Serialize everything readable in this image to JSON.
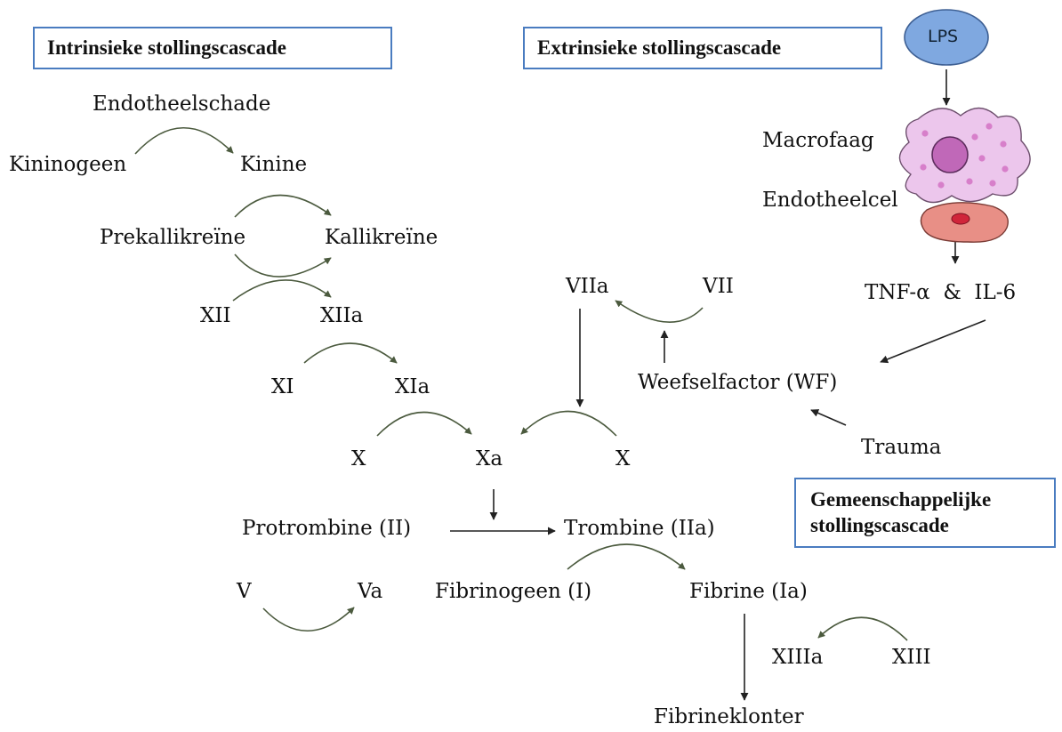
{
  "boxes": {
    "intrinsic": "Intrinsieke stollingscascade",
    "extrinsic": "Extrinsieke stollingscascade",
    "common_line1": "Gemeenschappelijke",
    "common_line2": "stollingscascade"
  },
  "nodes": {
    "lps": "LPS",
    "macrofaag": "Macrofaag",
    "endotheelcel": "Endotheelcel",
    "tnf": "TNF-α  &  IL-6",
    "endotheelschade": "Endotheelschade",
    "kininogeen": "Kininogeen",
    "kinine": "Kinine",
    "prekallikreine": "Prekallikreïne",
    "kallikreine": "Kallikreïne",
    "xii": "XII",
    "xiia": "XIIa",
    "xi": "XI",
    "xia": "XIa",
    "x_left": "X",
    "xa": "Xa",
    "x_right": "X",
    "viia": "VIIa",
    "vii": "VII",
    "weefselfactor": "Weefselfactor (WF)",
    "trauma": "Trauma",
    "protrombine": "Protrombine (II)",
    "trombine": "Trombine (IIa)",
    "v": "V",
    "va": "Va",
    "fibrinogeen": "Fibrinogeen (I)",
    "fibrine": "Fibrine (Ia)",
    "xiiia": "XIIIa",
    "xiii": "XIII",
    "fibrineklonter": "Fibrineklonter"
  },
  "colors": {
    "box_border": "#4a7cc0",
    "lps_fill": "#7fa8e0",
    "macrophage_fill": "#ecc6ec",
    "macrophage_nucleus": "#c068b8",
    "endothelial_fill": "#e88f86",
    "endothelial_nucleus": "#d0253a",
    "curved_arrow": "#4b5a3e",
    "straight_arrow": "#222222"
  }
}
